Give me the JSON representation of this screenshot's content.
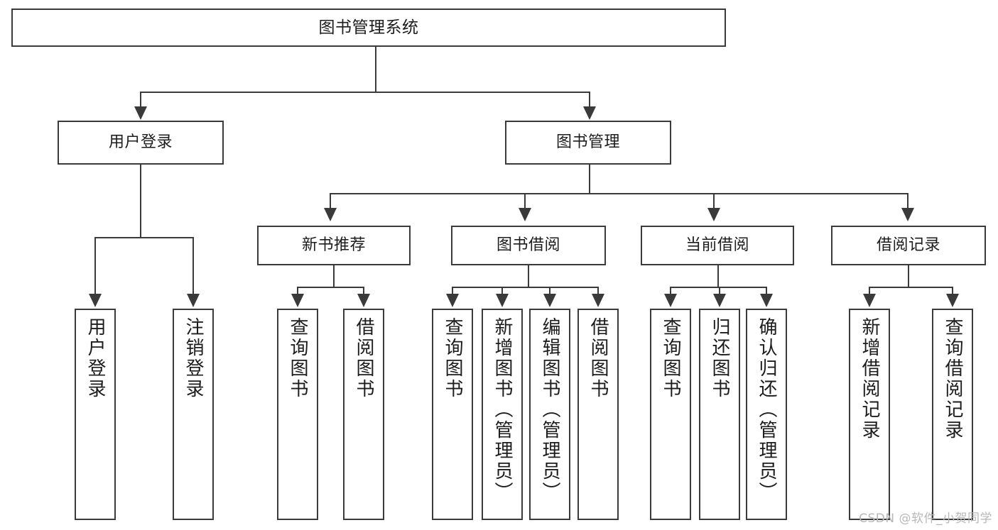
{
  "diagram": {
    "title": "图书管理系统",
    "type": "功能结构图",
    "watermark": "CSDN @软件_小贺同学",
    "colors": {
      "stroke": "#3a3a3a",
      "fill": "#ffffff",
      "text": "#1c1c1c",
      "watermark": "#b8b8b8"
    }
  },
  "nodes": {
    "root": {
      "label": "图书管理系统"
    },
    "level2": [
      {
        "label": "用户登录"
      },
      {
        "label": "图书管理"
      }
    ],
    "level3": [
      {
        "label": "新书推荐"
      },
      {
        "label": "图书借阅"
      },
      {
        "label": "当前借阅"
      },
      {
        "label": "借阅记录"
      }
    ],
    "leaves": {
      "user_login": [
        {
          "label": "用户登录"
        },
        {
          "label": "注销登录"
        }
      ],
      "new_book": [
        {
          "label": "查询图书"
        },
        {
          "label": "借阅图书"
        }
      ],
      "book_borrow": [
        {
          "label": "查询图书"
        },
        {
          "label": "新增图书（管理员）"
        },
        {
          "label": "编辑图书（管理员）"
        },
        {
          "label": "借阅图书"
        }
      ],
      "current_borrow": [
        {
          "label": "查询图书"
        },
        {
          "label": "归还图书"
        },
        {
          "label": "确认归还（管理员）"
        }
      ],
      "borrow_record": [
        {
          "label": "新增借阅记录"
        },
        {
          "label": "查询借阅记录"
        }
      ]
    }
  }
}
